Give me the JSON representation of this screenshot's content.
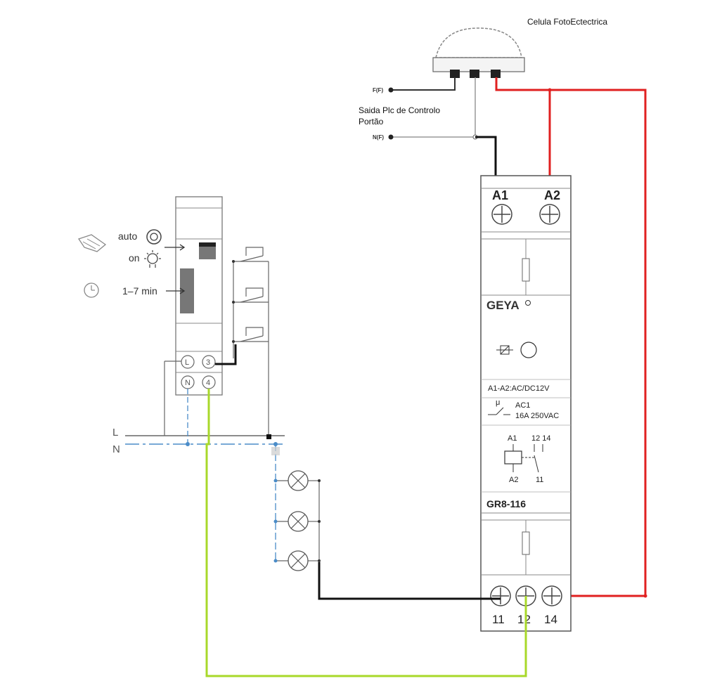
{
  "photocell": {
    "title": "Celula FotoEctectrica",
    "wire_f_label": "F(F)",
    "wire_n_label": "N(F)"
  },
  "note": {
    "line1": "Saida Plc de Controlo",
    "line2": "Portão"
  },
  "timer": {
    "auto_label": "auto",
    "on_label": "on",
    "delay_label": "1–7 min",
    "terminals": [
      "L",
      "3",
      "N",
      "4"
    ]
  },
  "bus": {
    "line_label": "L",
    "neutral_label": "N"
  },
  "relay": {
    "top_left_terminal": "A1",
    "top_right_terminal": "A2",
    "brand": "GEYA",
    "coil_rating": "A1-A2:AC/DC12V",
    "contact_type": "AC1",
    "contact_rating": "16A 250VAC",
    "schematic_a1": "A1",
    "schematic_a2": "A2",
    "schematic_12_14": "12 14",
    "schematic_11": "11",
    "model": "GR8-116",
    "bottom_terminals": [
      "11",
      "12",
      "14"
    ]
  },
  "colors": {
    "red_wire": "#e02020",
    "black_wire": "#111111",
    "green_wire": "#a8d82a",
    "blue_dash": "#4a8cc8",
    "grey_line": "#666666"
  }
}
